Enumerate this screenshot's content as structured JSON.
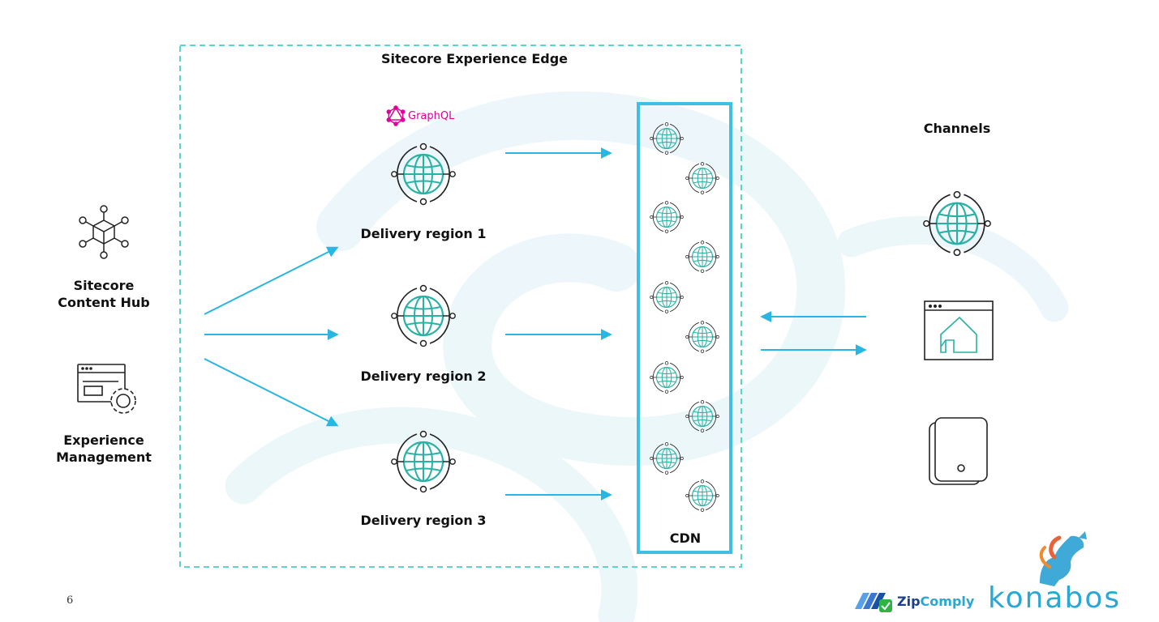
{
  "edge": {
    "title": "Sitecore Experience Edge"
  },
  "graphql": {
    "label": "GraphQL",
    "icon": "graphql-logo-icon",
    "color": "#e10098"
  },
  "sources": [
    {
      "label_line1": "Sitecore",
      "label_line2": "Content Hub",
      "icon": "cube-network-icon"
    },
    {
      "label_line1": "Experience",
      "label_line2": "Management",
      "icon": "window-gear-icon"
    }
  ],
  "regions": [
    {
      "label": "Delivery region 1",
      "icon": "globe-icon"
    },
    {
      "label": "Delivery region 2",
      "icon": "globe-icon"
    },
    {
      "label": "Delivery region 3",
      "icon": "globe-icon"
    }
  ],
  "cdn": {
    "label": "CDN",
    "node_icon": "globe-icon"
  },
  "channels": {
    "title": "Channels",
    "items": [
      {
        "icon": "globe-icon"
      },
      {
        "icon": "browser-house-icon"
      },
      {
        "icon": "tablet-device-icon"
      }
    ]
  },
  "footer": {
    "page_number": "6"
  },
  "logos": {
    "zip_zip": "Zip",
    "zip_comply": "Comply",
    "konabos": "konabos"
  },
  "colors": {
    "accent": "#29b6e3",
    "dashed_border": "#5ad6cc",
    "cdn_border": "#3fbfe3",
    "globe_fill": "#2bb1a4"
  }
}
